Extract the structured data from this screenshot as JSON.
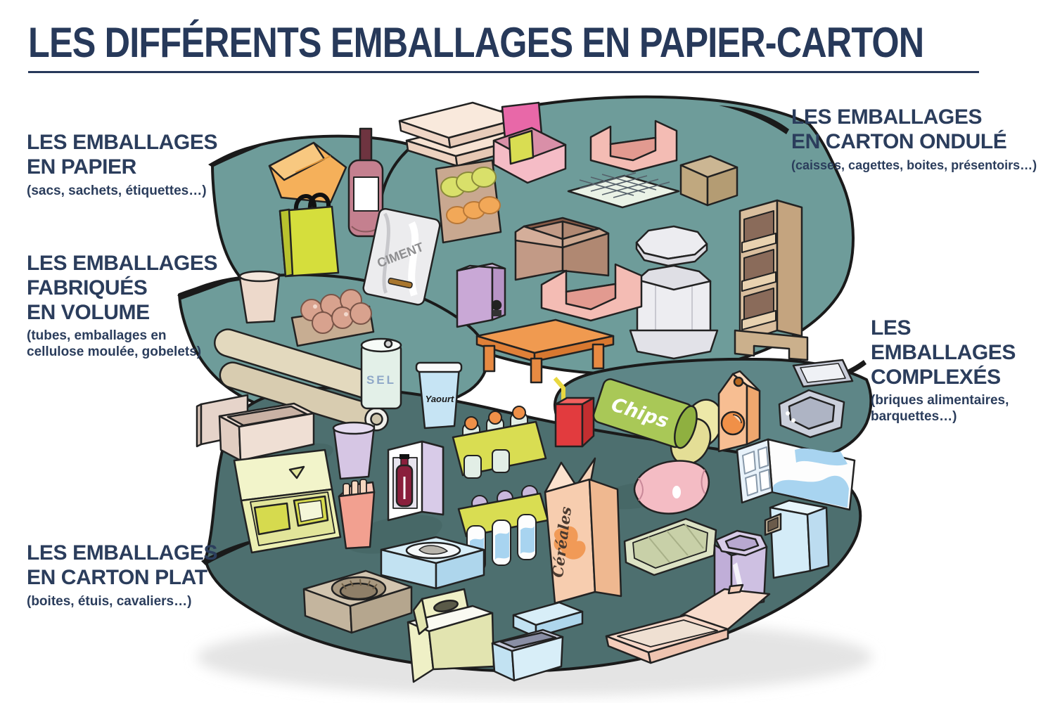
{
  "title": "LES DIFFÉRENTS EMBALLAGES EN PAPIER-CARTON",
  "colors": {
    "navy": "#27395A",
    "teal_light": "#6E9C9A",
    "teal_mid": "#5E8687",
    "teal_dark": "#4D6F6F",
    "outline": "#1A1A1A"
  },
  "categories": [
    {
      "id": "papier",
      "lines": [
        "LES EMBALLAGES",
        "EN PAPIER"
      ],
      "subtitle": "(sacs, sachets, étiquettes…)"
    },
    {
      "id": "volume",
      "lines": [
        "LES EMBALLAGES",
        "FABRIQUÉS",
        "EN VOLUME"
      ],
      "subtitle": "(tubes, emballages en cellulose moulée, gobelets)"
    },
    {
      "id": "ondule",
      "lines": [
        "LES EMBALLAGES",
        "EN CARTON ONDULÉ"
      ],
      "subtitle": "(caisses, cagettes, boites, présentoirs…)"
    },
    {
      "id": "complexes",
      "lines": [
        "LES",
        "EMBALLAGES",
        "COMPLEXÉS"
      ],
      "subtitle": "(briques alimentaires, barquettes…)"
    },
    {
      "id": "carton_plat",
      "lines": [
        "LES EMBALLAGES",
        "EN CARTON PLAT"
      ],
      "subtitle": "(boites, étuis, cavaliers…)"
    }
  ],
  "illustration_labels": {
    "cement_sack": "CIMENT",
    "salt_box": "SEL",
    "yogurt_pot": "Yaourt",
    "chips_tube": "Chips",
    "cereal_box": "Céréales"
  }
}
